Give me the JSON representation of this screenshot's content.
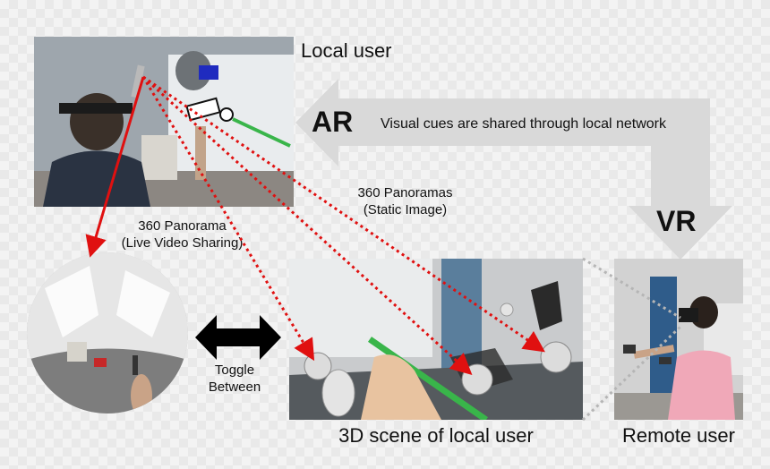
{
  "labels": {
    "local_user": "Local user",
    "ar": "AR",
    "network": "Visual cues are shared through local network",
    "vr": "VR",
    "pano_live_line1": "360 Panorama",
    "pano_live_line2": "(Live Video Sharing)",
    "pano_static_line1": "360 Panoramas",
    "pano_static_line2": "(Static Image)",
    "toggle_line1": "Toggle",
    "toggle_line2": "Between",
    "scene_caption": "3D scene of local user",
    "remote_caption": "Remote user"
  },
  "colors": {
    "arrow_band": "#d9d9d9",
    "pointer_red": "#e01010",
    "ray_green": "#39b54a",
    "headset_blue": "#1f2bbf",
    "dotted_grey": "#b5b5b5"
  }
}
